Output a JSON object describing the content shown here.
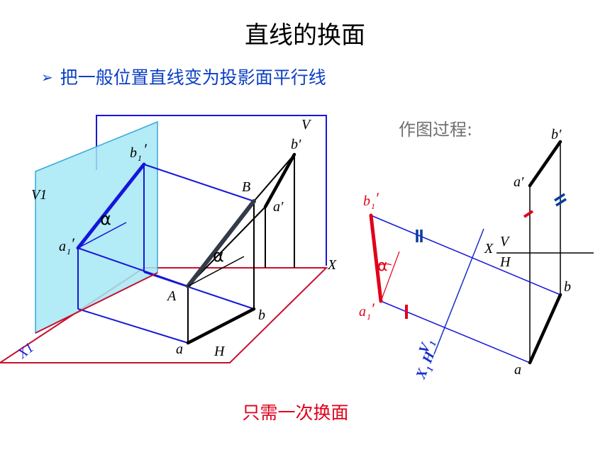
{
  "title": "直线的换面",
  "bullet": {
    "marker": "➢",
    "text": "把一般位置直线变为投影面平行线"
  },
  "process_label": "作图过程:",
  "footer": "只需一次换面",
  "left_figure": {
    "plane_v": "V",
    "plane_v1": "V1",
    "plane_h": "H",
    "axis_x": "X",
    "axis_x1": "X1",
    "point_a_upper": "A",
    "point_b_upper": "B",
    "point_a": "a",
    "point_b": "b",
    "point_a_prime": "a′",
    "point_b_prime": "b′",
    "point_a1_prime": "a",
    "point_b1_prime": "b",
    "subscript": "1",
    "prime": "′",
    "angle": "α"
  },
  "right_figure": {
    "axis_x": "X",
    "label_v": "V",
    "label_h": "H",
    "label_v1": "V",
    "label_x1": "X",
    "label_h1": "H",
    "subscript": "1",
    "point_a": "a",
    "point_b": "b",
    "point_a_prime": "a′",
    "point_b_prime": "b′",
    "point_a1_prime": "a",
    "point_b1_prime": "b",
    "prime": "′",
    "angle": "α"
  },
  "colors": {
    "blue_line": "#1616d9",
    "red": "#e0001b",
    "plane_fill": "#a6e8f5",
    "plane_edge": "#37a9d8",
    "tick_blue": "#0a3c9e",
    "axis_blue": "#1830c8",
    "dark": "#333a48"
  }
}
